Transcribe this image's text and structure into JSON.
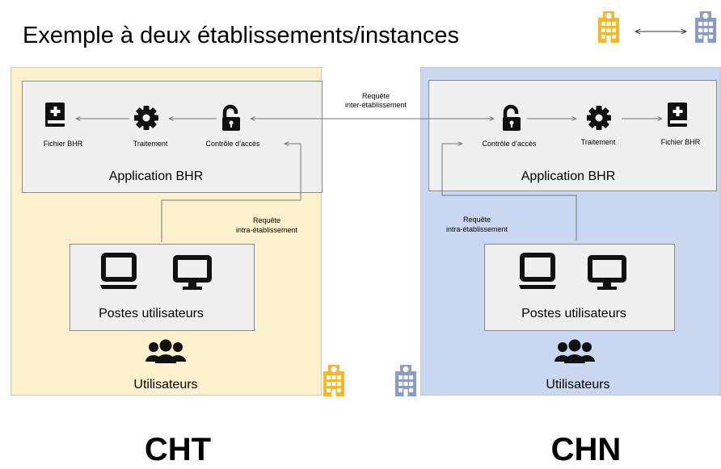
{
  "title": "Exemple à deux établissements/instances",
  "inter_request": {
    "line1": "Requête",
    "line2": "inter-établissement"
  },
  "cht": {
    "app_label": "Application BHR",
    "file_label": "Fichier BHR",
    "processing_label": "Traitement",
    "access_label": "Contrôle d’accès",
    "request_line1": "Requête",
    "request_line2": "intra-établissement",
    "workstations_label": "Postes utilisateurs",
    "users_label": "Utilisateurs",
    "name": "CHT",
    "accent": "#f0b72f"
  },
  "chn": {
    "app_label": "Application BHR",
    "file_label": "Fichier BHR",
    "processing_label": "Traitement",
    "access_label": "Contrôle d’accès",
    "request_line1": "Requête",
    "request_line2": "intra-établissement",
    "workstations_label": "Postes utilisateurs",
    "users_label": "Utilisateurs",
    "name": "CHN",
    "accent": "#8a9bc4"
  },
  "icons": [
    "hospital-icon",
    "book-medical-icon",
    "gear-icon",
    "unlock-icon",
    "laptop-icon",
    "desktop-icon",
    "users-icon",
    "arrow-icon"
  ]
}
